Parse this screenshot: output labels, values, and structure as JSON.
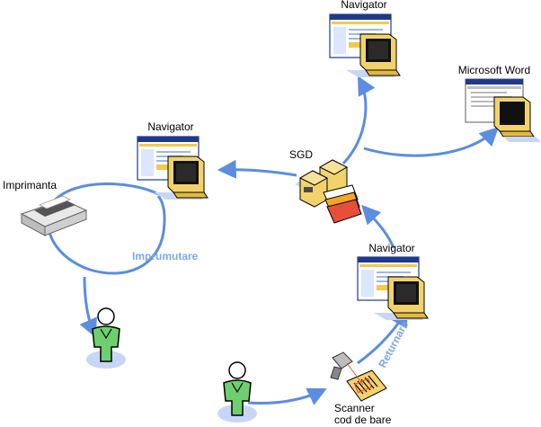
{
  "labels": {
    "navigator_top": "Navigator",
    "microsoft_word": "Microsoft Word",
    "navigator_left": "Navigator",
    "sgd": "SGD",
    "imprimanta": "Imprimanta",
    "imprumutare": "Imprumutare",
    "navigator_right": "Navigator",
    "returnare": "Returnare",
    "scanner_line1": "Scanner",
    "scanner_line2": "cod de bare"
  },
  "colors": {
    "flow_line": "#5b8de0",
    "flow_label": "#7ea8e6",
    "monitor_frame": "#1f3a8a",
    "computer_beige": "#f2d36b",
    "person_green": "#6fcf6f",
    "shadow_blue": "#c7d6f7"
  },
  "icons": [
    "computer-icon",
    "server-icon",
    "printer-icon",
    "person-icon",
    "barcode-scanner-icon"
  ]
}
